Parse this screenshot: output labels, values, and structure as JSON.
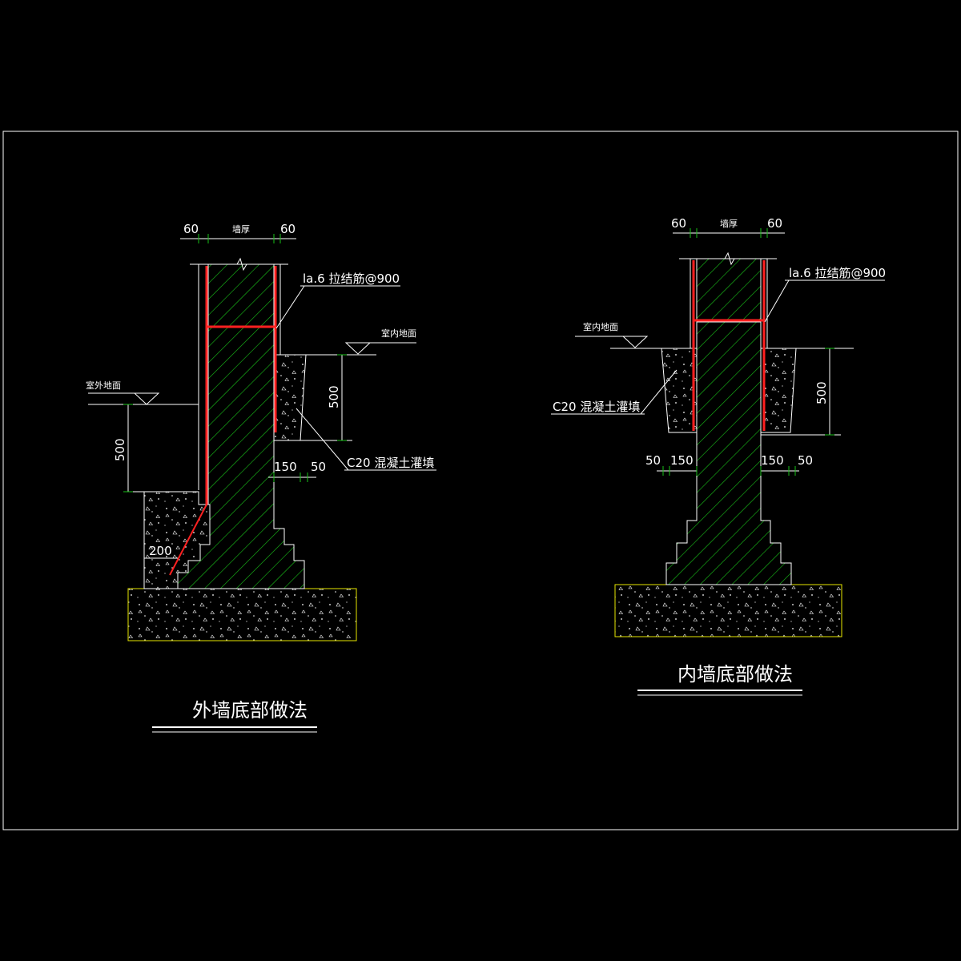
{
  "colors": {
    "background": "#000000",
    "line": "#ffffff",
    "rebar": "#ff2020",
    "hatch": "#19c219",
    "dim_tick": "#19c219",
    "concrete_outline": "#e6e600"
  },
  "left_detail": {
    "title": "外墙底部做法",
    "dim_left": "60",
    "dim_wall": "墙厚",
    "dim_right": "60",
    "rebar_label": "la.6 拉结筋@900",
    "indoor_label": "室内地面",
    "outdoor_label": "室外地面",
    "dim_500_inner": "500",
    "dim_500_outer": "500",
    "concrete_label": "C20 混凝土灌填",
    "dim_150": "150",
    "dim_50": "50",
    "dim_200": "200"
  },
  "right_detail": {
    "title": "内墙底部做法",
    "dim_left": "60",
    "dim_wall": "墙厚",
    "dim_right": "60",
    "rebar_label": "la.6 拉结筋@900",
    "indoor_label": "室内地面",
    "dim_500": "500",
    "concrete_label": "C20 混凝土灌填",
    "dim_50_left": "50",
    "dim_150_left": "150",
    "dim_150_right": "150",
    "dim_50_right": "50"
  }
}
